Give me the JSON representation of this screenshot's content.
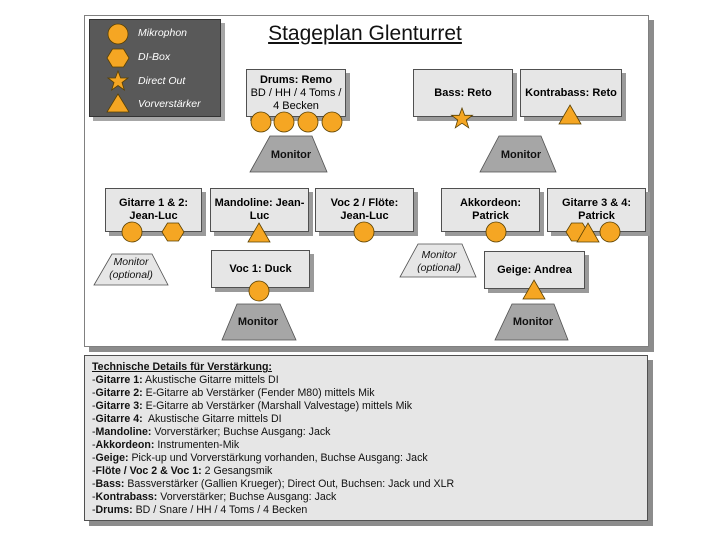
{
  "title": "Stageplan Glenturret",
  "legend": {
    "items": [
      {
        "label": "Mikrophon",
        "icon": "circle-icon"
      },
      {
        "label": "DI-Box",
        "icon": "hexagon-icon"
      },
      {
        "label": "Direct Out",
        "icon": "star-icon"
      },
      {
        "label": "Vorverstärker",
        "icon": "triangle-icon"
      }
    ]
  },
  "boxes": {
    "drums_title": "Drums: Remo",
    "drums_sub": "BD / HH / 4 Toms / 4 Becken",
    "bass": "Bass: Reto",
    "kontrabass": "Kontrabass: Reto",
    "gitarre12": "Gitarre 1 & 2: Jean-Luc",
    "mandoline": "Mandoline: Jean-Luc",
    "voc2": "Voc 2 / Flöte: Jean-Luc",
    "akkordeon": "Akkordeon: Patrick",
    "gitarre34": "Gitarre 3 & 4: Patrick",
    "voc1": "Voc 1: Duck",
    "geige": "Geige: Andrea"
  },
  "monitors": {
    "label": "Monitor",
    "optional_line1": "Monitor",
    "optional_line2": "(optional)"
  },
  "colors": {
    "orange": "#F5A623",
    "box_fill": "#e6e6e6",
    "monitor_fill": "#a6a6a6",
    "legend_fill": "#595959"
  },
  "details": {
    "header": "Technische Details für Verstärkung:",
    "lines": [
      {
        "key": "Gitarre 1:",
        "value": " Akustische Gitarre mittels DI"
      },
      {
        "key": "Gitarre 2:",
        "value": " E-Gitarre ab Verstärker (Fender M80) mittels Mik"
      },
      {
        "key": "Gitarre 3:",
        "value": " E-Gitarre ab Verstärker (Marshall Valvestage) mittels Mik"
      },
      {
        "key": "Gitarre 4:",
        "value": "  Akustische Gitarre mittels DI"
      },
      {
        "key": "Mandoline:",
        "value": " Vorverstärker; Buchse Ausgang: Jack"
      },
      {
        "key": "Akkordeon:",
        "value": " Instrumenten-Mik"
      },
      {
        "key": "Geige:",
        "value": " Pick-up und Vorverstärkung vorhanden, Buchse Ausgang: Jack"
      },
      {
        "key": "Flöte / Voc 2 & Voc 1:",
        "value": " 2 Gesangsmik"
      },
      {
        "key": "Bass:",
        "value": " Bassverstärker (Gallien Krueger); Direct Out, Buchsen: Jack und XLR"
      },
      {
        "key": "Kontrabass:",
        "value": " Vorverstärker; Buchse Ausgang: Jack"
      },
      {
        "key": "Drums:",
        "value": " BD / Snare / HH / 4 Toms / 4 Becken"
      }
    ]
  }
}
